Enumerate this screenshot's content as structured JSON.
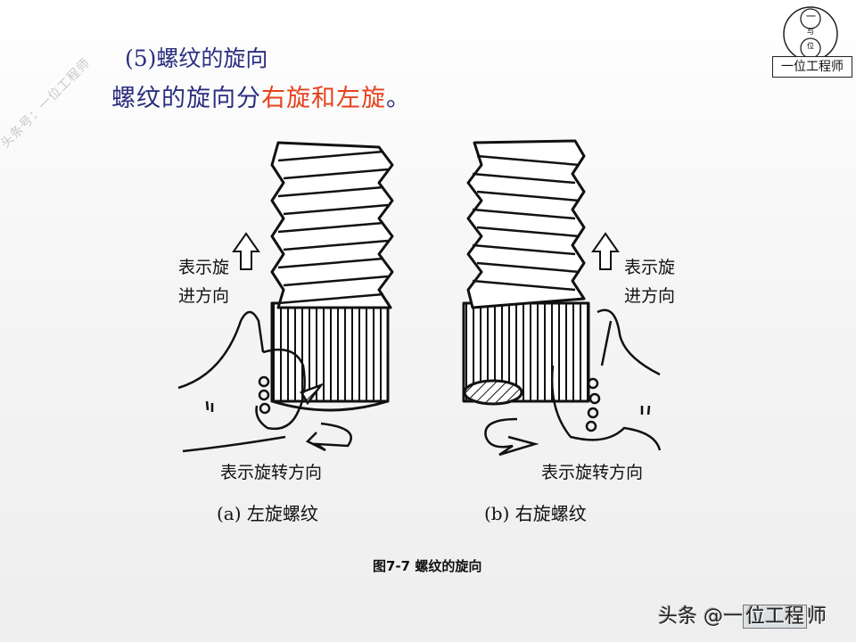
{
  "watermark": {
    "text": "头条号：一位工程师"
  },
  "logo": {
    "top_char": "一",
    "mid_char": "与",
    "bottom_char": "位",
    "box_text": "一位工程师"
  },
  "title": {
    "heading": "(5)螺纹的旋向",
    "sentence_prefix": "螺纹的旋向分",
    "sentence_highlight": "右旋和左旋",
    "sentence_suffix": "。",
    "colors": {
      "text": "#2b2f80",
      "highlight": "#e8411d"
    }
  },
  "figure": {
    "left": {
      "advance_label_line1": "表示旋",
      "advance_label_line2": "进方向",
      "rotation_label": "表示旋转方向",
      "caption": "(a)  左旋螺纹"
    },
    "right": {
      "advance_label_line1": "表示旋",
      "advance_label_line2": "进方向",
      "rotation_label": "表示旋转方向",
      "caption": "(b)  右旋螺纹"
    },
    "figure_caption": "图7-7 螺纹的旋向"
  },
  "footer": {
    "prefix": "头条 @一",
    "boxed": "位工程",
    "suffix": "师"
  }
}
